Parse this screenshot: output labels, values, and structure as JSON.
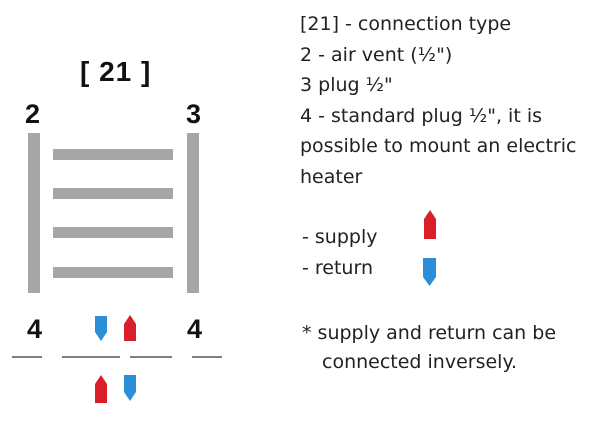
{
  "diagram": {
    "connection_code": "[ 21 ]",
    "top_left_label": "2",
    "top_right_label": "3",
    "bottom_left_label": "4",
    "bottom_right_label": "4"
  },
  "legend": {
    "line1": "[21] - connection type",
    "line2": "2 - air vent (½\")",
    "line3": "3   plug ½\"",
    "line4": "4 - standard plug ½\", it is possible to mount an electric heater"
  },
  "key": {
    "supply_label": "- supply",
    "return_label": "- return"
  },
  "note": {
    "line1": "* supply and return can be",
    "line2": "connected inversely."
  },
  "colors": {
    "rail": "#a6a6a6",
    "supply": "#d9202a",
    "return": "#2a8fd6"
  }
}
